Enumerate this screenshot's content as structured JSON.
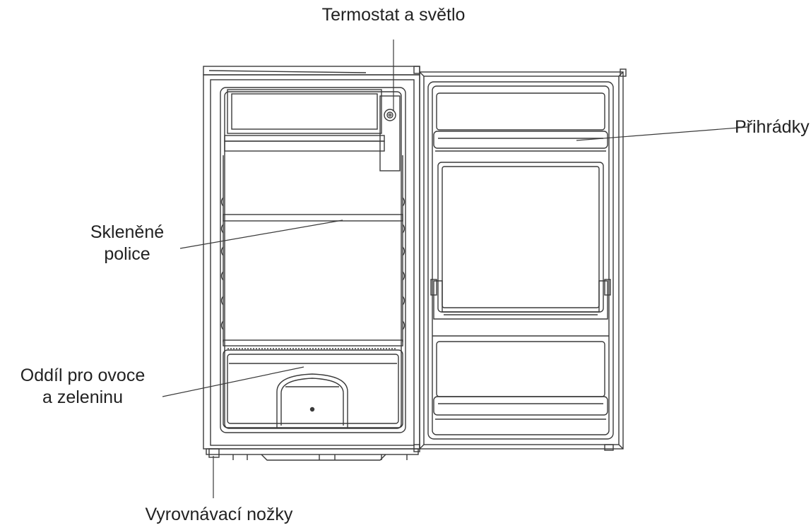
{
  "labels": {
    "thermostat": "Termostat a světlo",
    "door_racks": "Přihrádky",
    "glass_shelves_line1": "Skleněné",
    "glass_shelves_line2": "police",
    "crisper_line1": "Oddíl pro ovoce",
    "crisper_line2": "a zeleninu",
    "leveling_feet": "Vyrovnávací nožky"
  },
  "colors": {
    "line": "#3a3a3a",
    "text": "#222222",
    "background": "#ffffff"
  }
}
